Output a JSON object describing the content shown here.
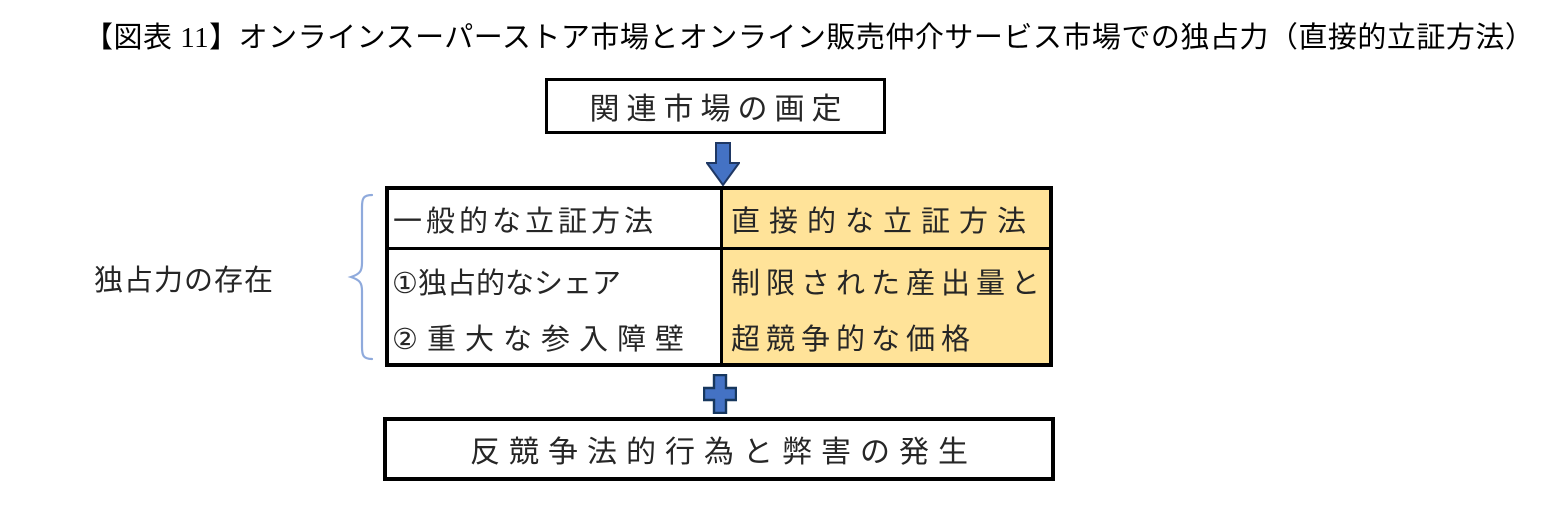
{
  "figure_title": "【図表 11】オンラインスーパーストア市場とオンライン販売仲介サービス市場での独占力（直接的立証方法）",
  "flow": {
    "market_definition": "関連市場の画定",
    "harm_result": "反競争法的行為と弊害の発生"
  },
  "side_label": "独占力の存在",
  "table": {
    "general": {
      "header": "一般的な立証方法",
      "item1": "①独占的なシェア",
      "item2": "②重大な参入障壁"
    },
    "direct": {
      "header": "直接的な立証方法",
      "line1": "制限された産出量と",
      "line2": "超競争的な価格"
    }
  },
  "icons": {
    "down_arrow": "down-arrow-icon",
    "plus": "plus-icon",
    "brace": "left-brace-icon"
  },
  "colors": {
    "highlight_bg": "#ffe399",
    "shape_fill": "#4472c4",
    "arrow_stroke": "#1f3864",
    "plus_stroke": "#17375e",
    "brace_stroke": "#8faadc",
    "border": "#000000",
    "text": "#262626"
  }
}
